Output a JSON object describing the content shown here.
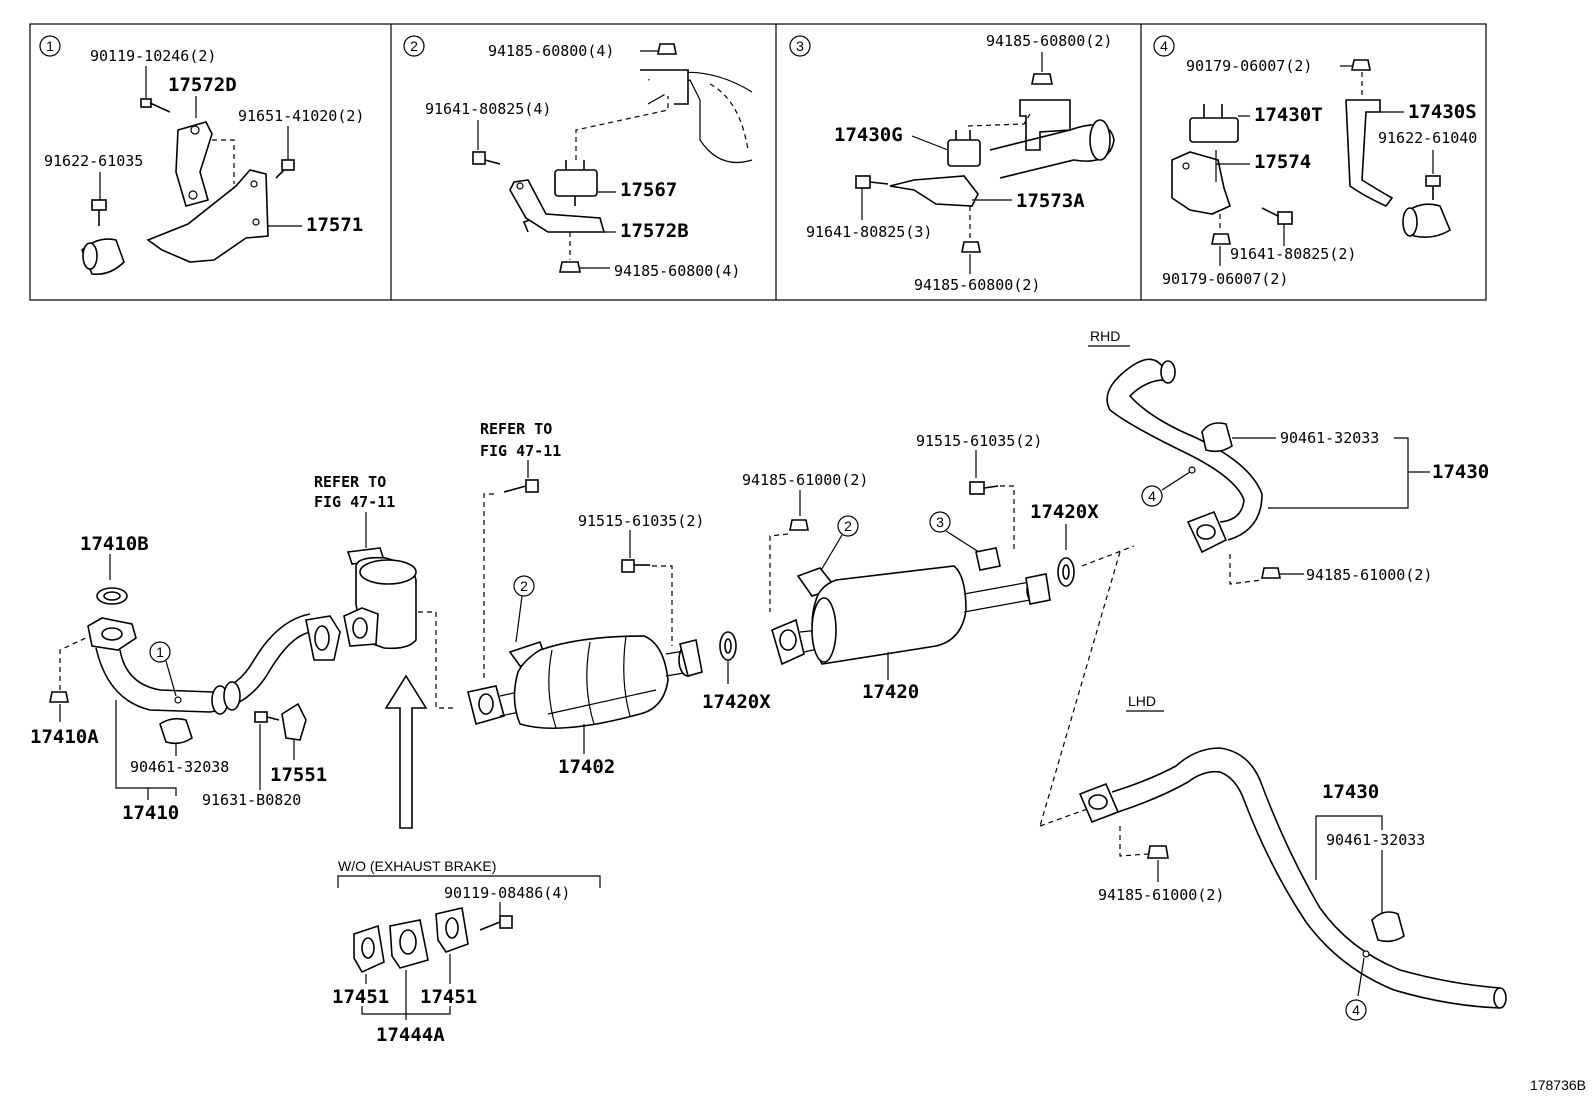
{
  "detail_panels": [
    {
      "marker": "1",
      "labels": [
        "90119-10246(2)",
        "17572D",
        "91651-41020(2)",
        "91622-61035",
        "17571"
      ]
    },
    {
      "marker": "2",
      "labels": [
        "94185-60800(4)",
        "91641-80825(4)",
        "17567",
        "17572B",
        "94185-60800(4)"
      ]
    },
    {
      "marker": "3",
      "labels": [
        "94185-60800(2)",
        "17430G",
        "91641-80825(3)",
        "17573A",
        "94185-60800(2)"
      ]
    },
    {
      "marker": "4",
      "labels": [
        "90179-06007(2)",
        "17430T",
        "17430S",
        "91622-61040",
        "17574",
        "91641-80825(2)",
        "90179-06007(2)"
      ]
    }
  ],
  "main": {
    "front_pipe": {
      "gasket": "17410B",
      "nut": "17410A",
      "assembly": "17410",
      "clamp": "90461-32038",
      "bracket": "17551",
      "bolt": "91631-B0820",
      "marker": "1"
    },
    "refer_a": [
      "REFER TO",
      "FIG 47-11"
    ],
    "refer_b": [
      "REFER TO",
      "FIG 47-11"
    ],
    "converter": {
      "label": "17402",
      "bolt": "91515-61035(2)",
      "marker": "2"
    },
    "gasket_mid": "17420X",
    "muffler": {
      "label": "17420",
      "nut": "94185-61000(2)",
      "bolt": "91515-61035(2)",
      "marker_a": "2",
      "marker_b": "3"
    },
    "gasket_rear": "17420X",
    "rhd": {
      "title": "RHD",
      "clamp": "90461-32033",
      "assembly": "17430",
      "nut": "94185-61000(2)",
      "marker": "4"
    },
    "lhd": {
      "title": "LHD",
      "assembly": "17430",
      "clamp": "90461-32033",
      "nut": "94185-61000(2)",
      "marker": "4"
    },
    "brake": {
      "title": "W/O (EXHAUST BRAKE)",
      "bolt": "90119-08486(4)",
      "gasket_l": "17451",
      "gasket_r": "17451",
      "assembly": "17444A"
    }
  },
  "figure_id": "178736B"
}
